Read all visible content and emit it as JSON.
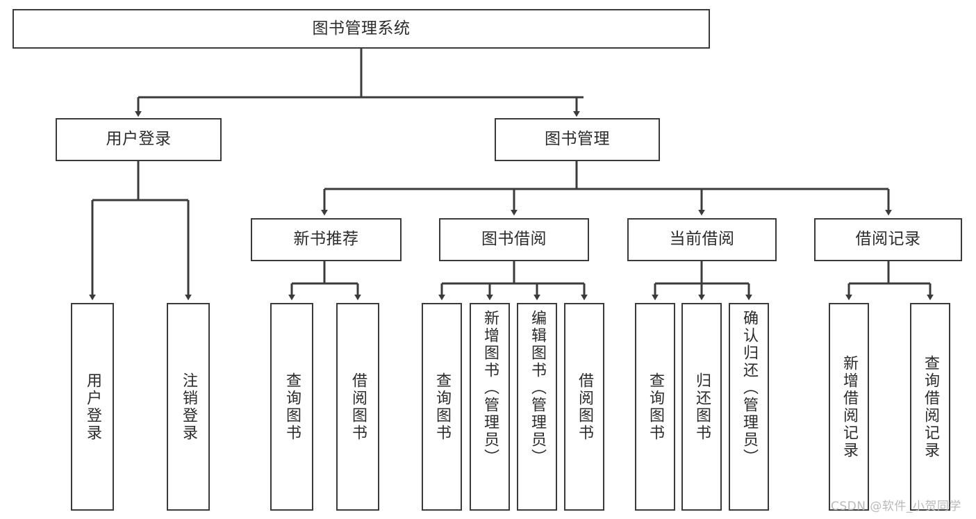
{
  "diagram": {
    "title": "图书管理系统",
    "type": "tree-hierarchy",
    "colors": {
      "stroke": "#3b3b3b",
      "box_fill": "#ffffff",
      "text": "#2b2b2b",
      "background": "#ffffff",
      "watermark": "#b9b9b9"
    },
    "nodes": {
      "root": {
        "label": "图书管理系统"
      },
      "level2": [
        {
          "id": "user-login",
          "label": "用户登录"
        },
        {
          "id": "book-management",
          "label": "图书管理"
        }
      ],
      "level3": [
        {
          "id": "new-book-recommend",
          "label": "新书推荐"
        },
        {
          "id": "book-borrow",
          "label": "图书借阅"
        },
        {
          "id": "current-borrow",
          "label": "当前借阅"
        },
        {
          "id": "borrow-record",
          "label": "借阅记录"
        }
      ],
      "leaves": {
        "user-login": [
          {
            "id": "leaf-user-login",
            "label": "用户登录"
          },
          {
            "id": "leaf-logout-login",
            "label": "注销登录"
          }
        ],
        "new-book-recommend": [
          {
            "id": "leaf-query-book-1",
            "label": "查询图书"
          },
          {
            "id": "leaf-borrow-book-1",
            "label": "借阅图书"
          }
        ],
        "book-borrow": [
          {
            "id": "leaf-query-book-2",
            "label": "查询图书"
          },
          {
            "id": "leaf-add-book-admin",
            "label": "新增图书（管理员）"
          },
          {
            "id": "leaf-edit-book-admin",
            "label": "编辑图书（管理员）"
          },
          {
            "id": "leaf-borrow-book-2",
            "label": "借阅图书"
          }
        ],
        "current-borrow": [
          {
            "id": "leaf-query-book-3",
            "label": "查询图书"
          },
          {
            "id": "leaf-return-book",
            "label": "归还图书"
          },
          {
            "id": "leaf-confirm-return-admin",
            "label": "确认归还（管理员）"
          }
        ],
        "borrow-record": [
          {
            "id": "leaf-add-borrow-record",
            "label": "新增借阅记录"
          },
          {
            "id": "leaf-query-borrow-record",
            "label": "查询借阅记录"
          }
        ]
      }
    },
    "watermark": "CSDN @软件_小贺同学"
  }
}
